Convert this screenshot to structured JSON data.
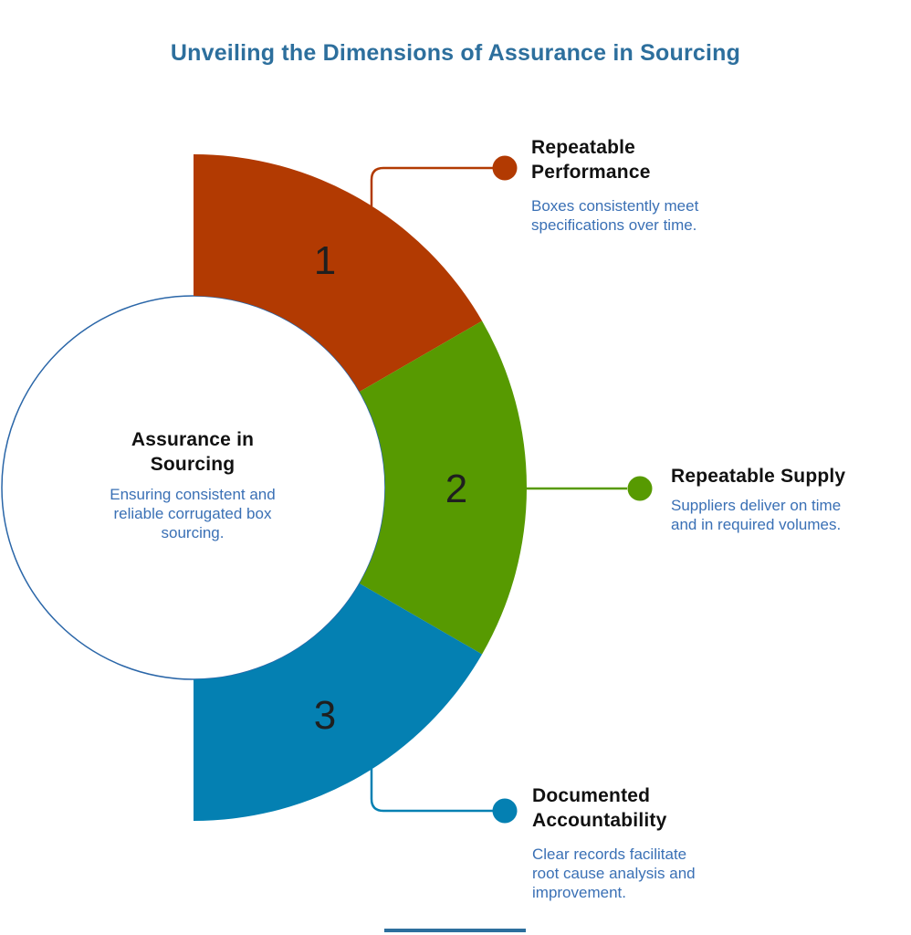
{
  "title": "Unveiling the Dimensions of Assurance in Sourcing",
  "center": {
    "heading": "Assurance in Sourcing",
    "description": "Ensuring consistent and reliable corrugated box sourcing."
  },
  "items": [
    {
      "number": "1",
      "label": "Repeatable Performance",
      "description": "Boxes consistently meet specifications over time.",
      "color": "#b23a02"
    },
    {
      "number": "2",
      "label": "Repeatable Supply",
      "description": "Suppliers deliver on time and in required volumes.",
      "color": "#579a01"
    },
    {
      "number": "3",
      "label": "Documented Accountability",
      "description": "Clear records facilitate root cause analysis and improvement.",
      "color": "#0480b2"
    }
  ],
  "colors": {
    "title_text": "#2d6f9d",
    "heading_text": "#111111",
    "description_text": "#3a70b5",
    "circle_outline": "#2a66a8",
    "background": "#ffffff",
    "bottom_divider": "#2d6f9d"
  },
  "chart_data": {
    "type": "pie",
    "variant": "semicircle-donut",
    "title": "Unveiling the Dimensions of Assurance in Sourcing",
    "categories": [
      "Repeatable Performance",
      "Repeatable Supply",
      "Documented Accountability"
    ],
    "values": [
      1,
      1,
      1
    ],
    "segment_angles_deg": [
      60,
      60,
      60
    ],
    "center_label": "Assurance in Sourcing",
    "legend_position": "right-callouts",
    "grid": false
  }
}
